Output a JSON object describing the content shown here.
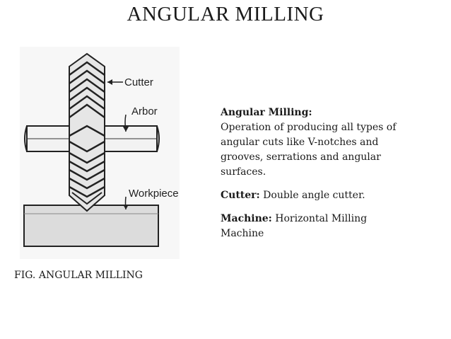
{
  "title": "ANGULAR MILLING",
  "figure": {
    "labels": {
      "cutter": "Cutter",
      "arbor": "Arbor",
      "workpiece": "Workpiece"
    },
    "caption": "FIG. ANGULAR MILLING"
  },
  "description": {
    "heading": "Angular Milling:",
    "body": "Operation of producing all types of angular cuts like V-notches and grooves, serrations and angular surfaces.",
    "cutter_label": "Cutter:",
    "cutter_value": " Double angle cutter.",
    "machine_label": "Machine:",
    "machine_value": " Horizontal Milling Machine"
  }
}
